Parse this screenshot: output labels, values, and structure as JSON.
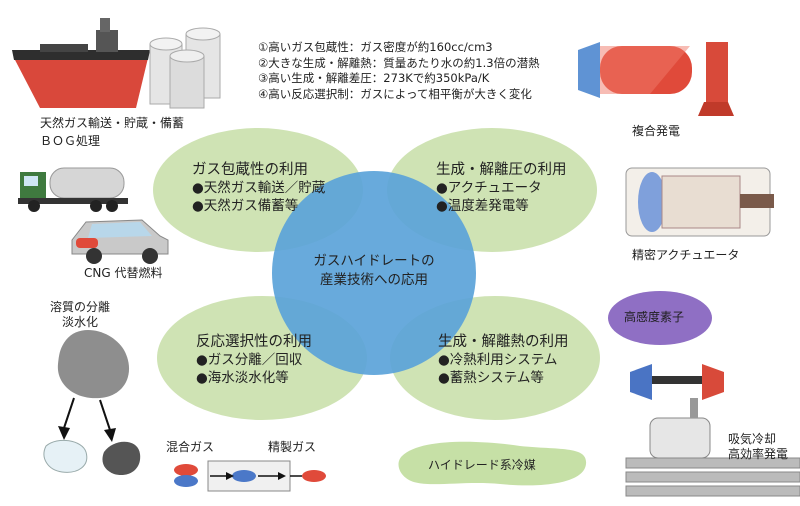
{
  "properties": [
    "①高いガス包蔵性：ガス密度が約160cc/cm3",
    "②大きな生成・解離熱：質量あたり水の約1.3倍の潜熱",
    "③高い生成・解離差圧：273Kで約350kPa/K",
    "④高い反応選択制：ガスによって相平衡が大きく変化"
  ],
  "center": {
    "line1": "ガスハイドレートの",
    "line2": "産業技術への応用"
  },
  "quadrants": {
    "top_left": {
      "title": "ガス包蔵性の利用",
      "items": [
        "●天然ガス輸送／貯蔵",
        "●天然ガス備蓄等"
      ]
    },
    "top_right": {
      "title": "生成・解離圧の利用",
      "items": [
        "●アクチュエータ",
        "●温度差発電等"
      ]
    },
    "bottom_left": {
      "title": "反応選択性の利用",
      "items": [
        "●ガス分離／回収",
        "●海水淡水化等"
      ]
    },
    "bottom_right": {
      "title": "生成・解離熱の利用",
      "items": [
        "●冷熱利用システム",
        "●蓄熱システム等"
      ]
    }
  },
  "labels": {
    "ship": {
      "line1": "天然ガス輸送・貯蔵・備蓄",
      "line2": "ＢＯＧ処理"
    },
    "cng": "CNG 代替燃料",
    "solute": {
      "line1": "溶質の分離",
      "line2": "淡水化"
    },
    "mixed_gas": "混合ガス",
    "purified_gas": "精製ガス",
    "refrigerant": "ハイドレード系冷媒",
    "combined_power": "複合発電",
    "actuator": "精密アクチュエータ",
    "sensor": "高感度素子",
    "absorption": {
      "line1": "吸気冷却",
      "line2": "高効率発電"
    }
  },
  "colors": {
    "ellipse_green": "#cfe3b4",
    "center_blue": "#5ba3d9",
    "sensor_purple": "#8f6fc4",
    "refrigerant_green": "#c6e0a6",
    "red": "#e04a3a",
    "blue": "#4b78c8"
  }
}
